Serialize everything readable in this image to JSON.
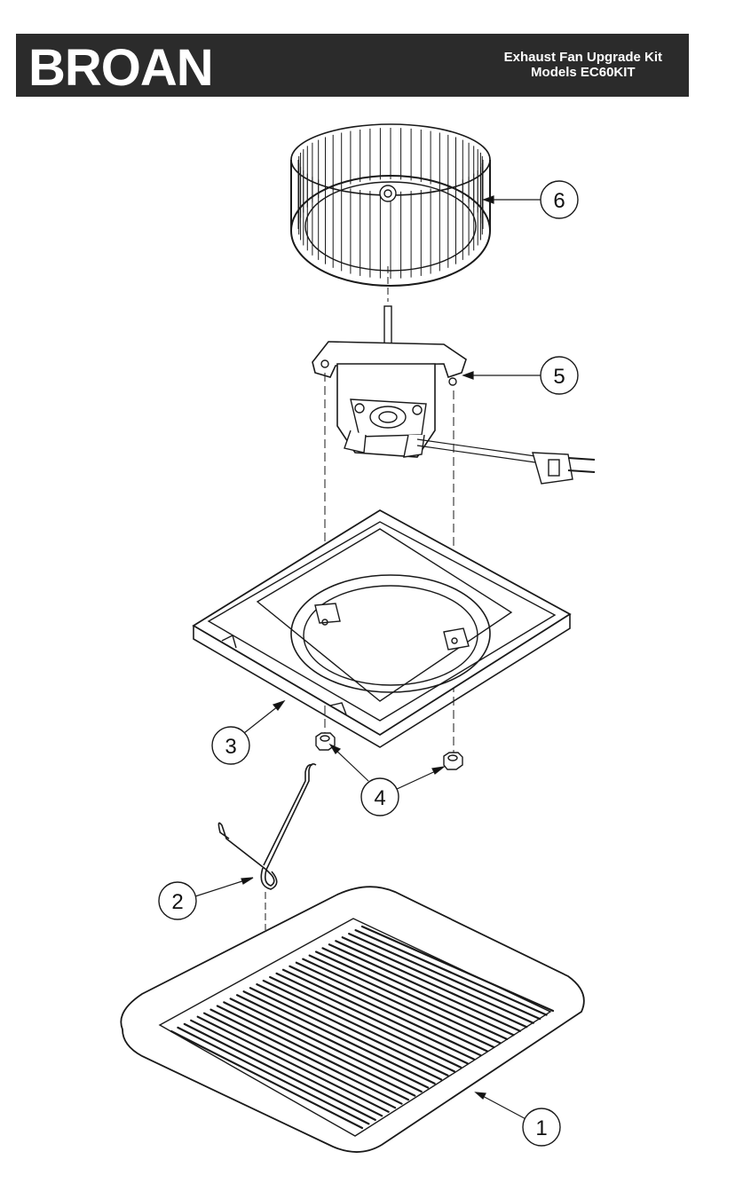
{
  "header": {
    "brand": "BROAN",
    "title_line1": "Exhaust Fan Upgrade Kit",
    "title_line2": "Models EC60KIT"
  },
  "callouts": [
    {
      "number": "1",
      "part": "grille"
    },
    {
      "number": "2",
      "part": "mounting-spring"
    },
    {
      "number": "3",
      "part": "motor-plate"
    },
    {
      "number": "4",
      "part": "nuts"
    },
    {
      "number": "5",
      "part": "motor"
    },
    {
      "number": "6",
      "part": "blower-wheel"
    }
  ],
  "colors": {
    "header_bg": "#2b2b2b",
    "header_text": "#ffffff",
    "line": "#1a1a1a"
  }
}
